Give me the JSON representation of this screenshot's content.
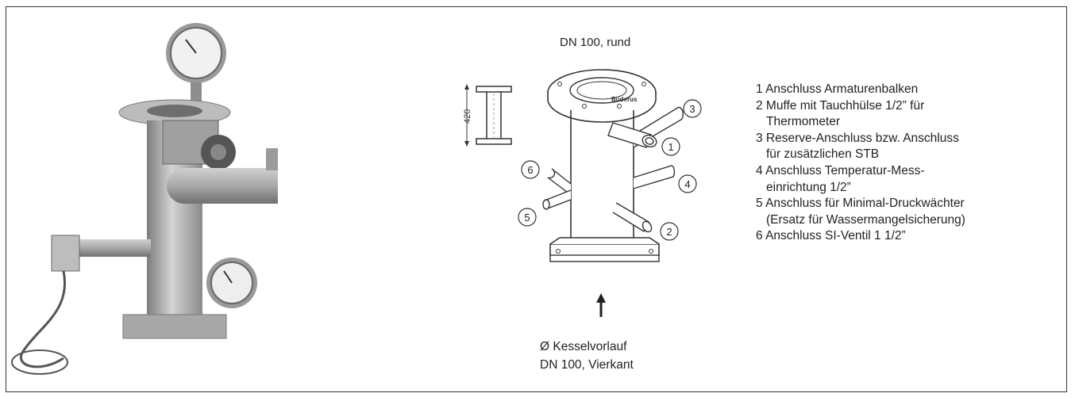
{
  "diagram": {
    "top_label": "DN 100, rund",
    "bottom_label_line1": "Ø Kesselvorlauf",
    "bottom_label_line2": "DN 100, Vierkant",
    "dimension": "420",
    "brand_marking": "Buderus",
    "callouts": [
      "1",
      "2",
      "3",
      "4",
      "5",
      "6"
    ]
  },
  "legend": [
    {
      "line1": "1 Anschluss Armaturenbalken"
    },
    {
      "line1": "2 Muffe mit Tauchhülse 1/2” für",
      "line2": "Thermometer"
    },
    {
      "line1": "3 Reserve-Anschluss bzw. Anschluss",
      "line2": "für zusätzlichen STB"
    },
    {
      "line1": "4 Anschluss Temperatur-Mess-",
      "line2": "einrichtung 1/2”"
    },
    {
      "line1": "5 Anschluss für Minimal-Druckwächter",
      "line2": "(Ersatz für Wassermangelsicherung)"
    },
    {
      "line1": "6 Anschluss SI-Ventil 1 1/2”"
    }
  ]
}
